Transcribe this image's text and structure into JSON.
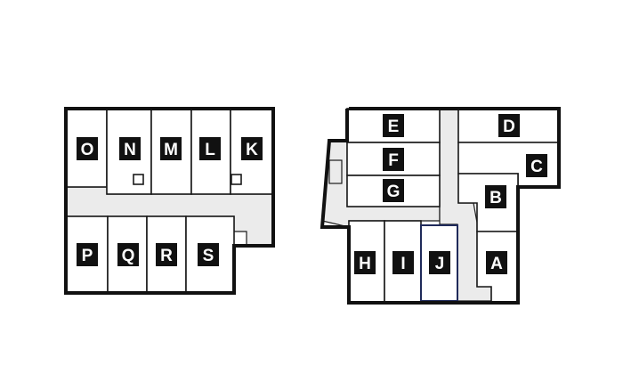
{
  "colors": {
    "wall": "#111111",
    "corridor": "#ebebeb",
    "unit_fill": "#ffffff",
    "badge_bg": "#111111",
    "badge_text": "#ffffff",
    "selected_outline": "#1f2a5a"
  },
  "buildings": [
    {
      "id": "west",
      "units": [
        {
          "label": "O",
          "selected": false
        },
        {
          "label": "N",
          "selected": false
        },
        {
          "label": "M",
          "selected": false
        },
        {
          "label": "L",
          "selected": false
        },
        {
          "label": "K",
          "selected": false
        },
        {
          "label": "P",
          "selected": false
        },
        {
          "label": "Q",
          "selected": false
        },
        {
          "label": "R",
          "selected": false
        },
        {
          "label": "S",
          "selected": false
        }
      ]
    },
    {
      "id": "east",
      "units": [
        {
          "label": "E",
          "selected": false
        },
        {
          "label": "F",
          "selected": false
        },
        {
          "label": "G",
          "selected": false
        },
        {
          "label": "D",
          "selected": false
        },
        {
          "label": "C",
          "selected": false
        },
        {
          "label": "B",
          "selected": false
        },
        {
          "label": "A",
          "selected": false
        },
        {
          "label": "H",
          "selected": false
        },
        {
          "label": "I",
          "selected": false
        },
        {
          "label": "J",
          "selected": true
        }
      ]
    }
  ]
}
